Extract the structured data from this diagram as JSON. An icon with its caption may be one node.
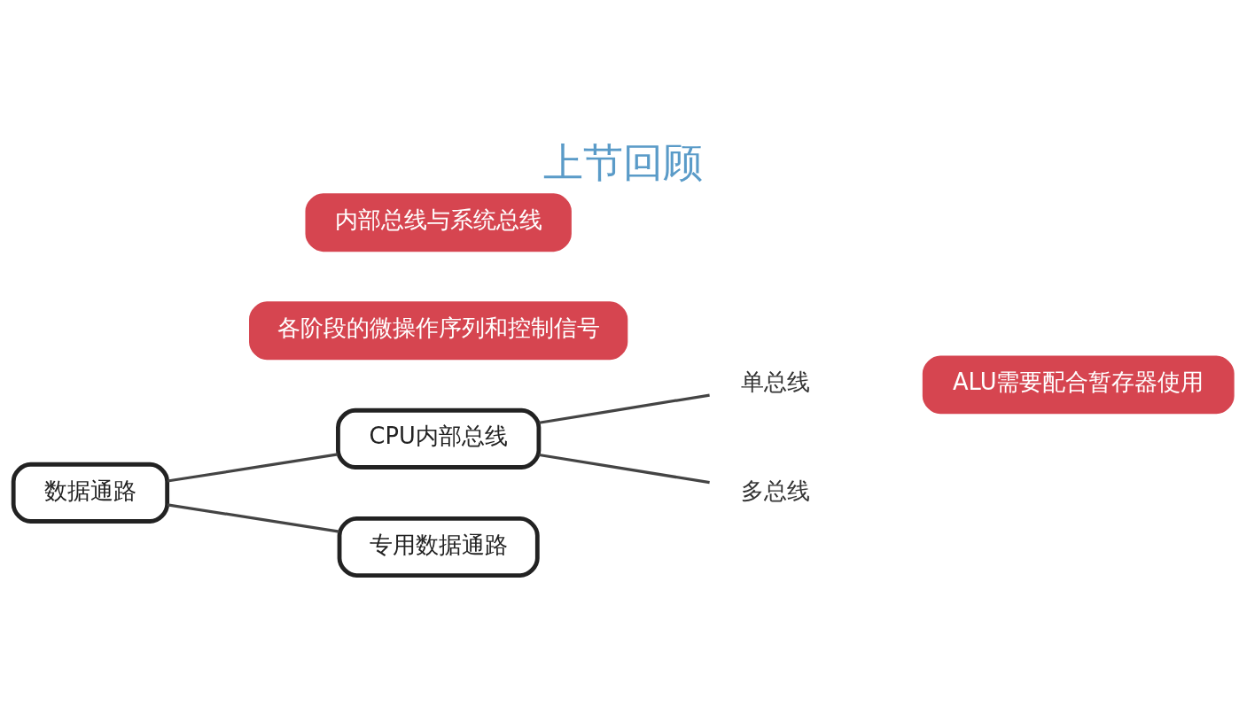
{
  "diagram": {
    "title": "上节回顾",
    "nodes": [
      {
        "text": [
          "内部总线与系统总线"
        ]
      },
      {
        "text": [
          "各阶段的微操作序列和控制信号"
        ]
      },
      {
        "text": [
          "数据通路"
        ]
      },
      {
        "text": [
          "CPU内部总线"
        ]
      },
      {
        "text": [
          "专用数据通路"
        ]
      },
      {
        "text": [
          "单总线"
        ]
      },
      {
        "text": [
          "多总线"
        ]
      },
      {
        "text": [
          "ALU需要配合暂存器使用"
        ]
      }
    ],
    "edges": [
      {
        "from": 2,
        "to": 3,
        "arrow": "none"
      },
      {
        "from": 2,
        "to": 4,
        "arrow": "none"
      },
      {
        "from": 3,
        "to": 5,
        "arrow": "none"
      },
      {
        "from": 3,
        "to": 6,
        "arrow": "none"
      }
    ]
  }
}
